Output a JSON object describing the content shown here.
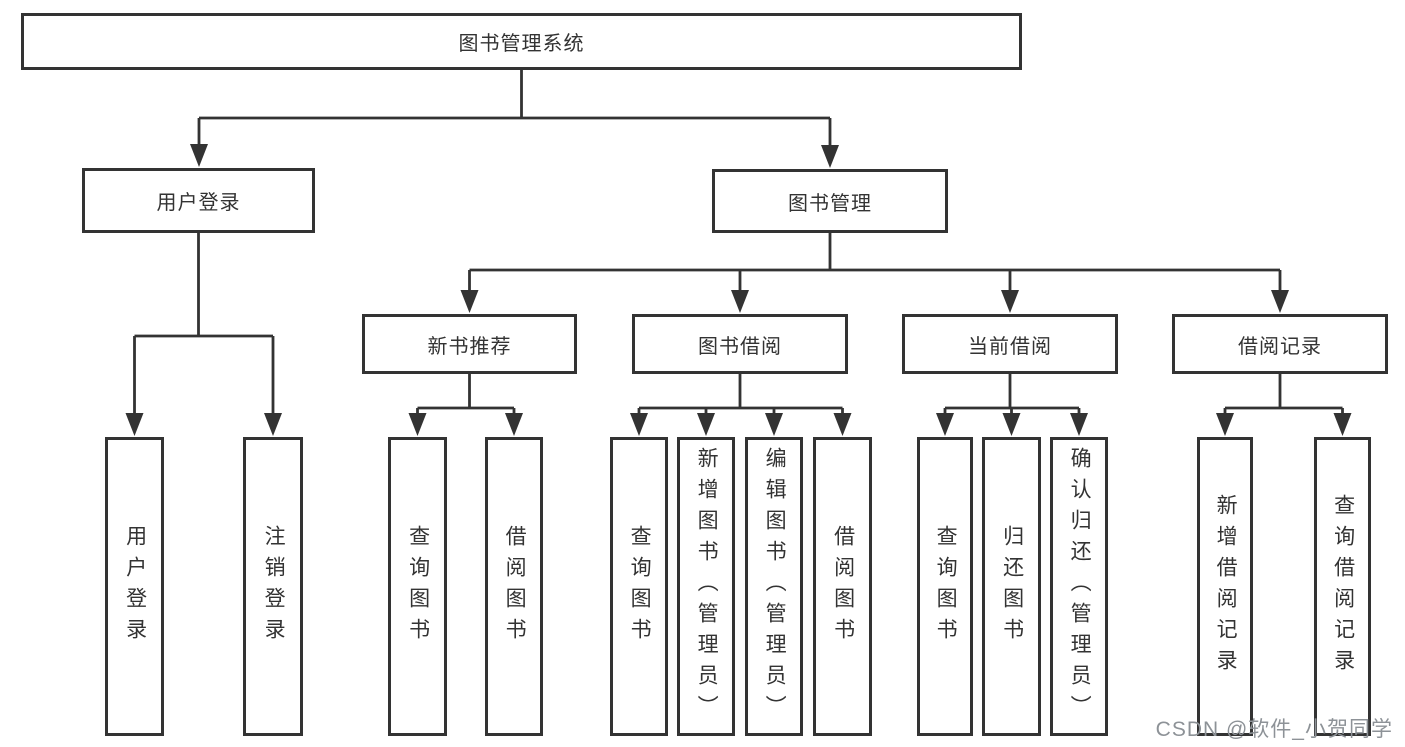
{
  "diagram": {
    "root": {
      "label": "图书管理系统"
    },
    "branches": [
      {
        "label": "用户登录",
        "children": [
          {
            "label": "用户登录"
          },
          {
            "label": "注销登录"
          }
        ]
      },
      {
        "label": "图书管理",
        "children": [
          {
            "label": "新书推荐",
            "children": [
              {
                "label": "查询图书"
              },
              {
                "label": "借阅图书"
              }
            ]
          },
          {
            "label": "图书借阅",
            "children": [
              {
                "label": "查询图书"
              },
              {
                "label": "新增图书（管理员）"
              },
              {
                "label": "编辑图书（管理员）"
              },
              {
                "label": "借阅图书"
              }
            ]
          },
          {
            "label": "当前借阅",
            "children": [
              {
                "label": "查询图书"
              },
              {
                "label": "归还图书"
              },
              {
                "label": "确认归还（管理员）"
              }
            ]
          },
          {
            "label": "借阅记录",
            "children": [
              {
                "label": "新增借阅记录"
              },
              {
                "label": "查询借阅记录"
              }
            ]
          }
        ]
      }
    ]
  },
  "watermark": {
    "text": "CSDN @软件_小贺同学"
  },
  "colors": {
    "line": "#333333",
    "box_border": "#333333",
    "text": "#333333",
    "background": "#ffffff",
    "watermark_gray": "#8d9297"
  }
}
